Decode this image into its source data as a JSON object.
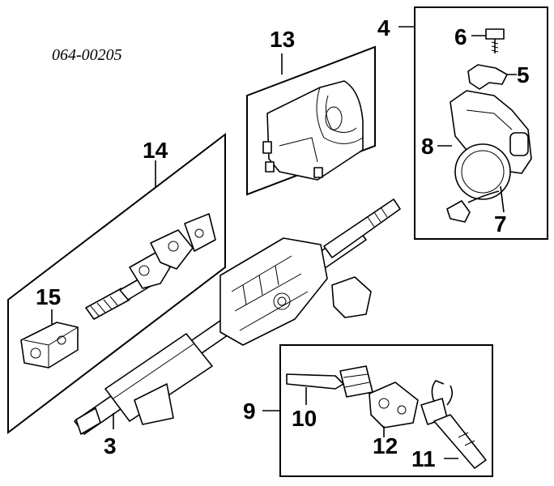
{
  "diagram": {
    "code": "064-00205",
    "callouts": {
      "c3": "3",
      "c4": "4",
      "c5": "5",
      "c6": "6",
      "c7": "7",
      "c8": "8",
      "c9": "9",
      "c10": "10",
      "c11": "11",
      "c12": "12",
      "c13": "13",
      "c14": "14",
      "c15": "15"
    }
  }
}
